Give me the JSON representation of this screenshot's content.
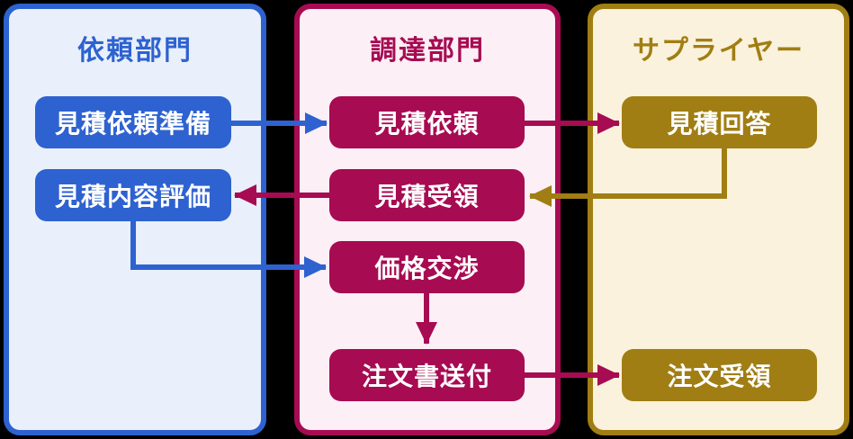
{
  "colors": {
    "page_background": "#000000",
    "box_text": "#FFFFFF",
    "request_accent": "#2E62D0",
    "request_fill": "#E9F0FB",
    "procurement_accent": "#A70B52",
    "procurement_fill": "#FCEFF5",
    "supplier_accent": "#A17E13",
    "supplier_fill": "#FAF2DD"
  },
  "lanes": [
    {
      "id": "request-department",
      "title": "依頼部門"
    },
    {
      "id": "procurement-department",
      "title": "調達部門"
    },
    {
      "id": "supplier",
      "title": "サプライヤー"
    }
  ],
  "boxes": [
    {
      "id": "prepare-rfq",
      "lane": "依頼部門",
      "label": "見積依頼準備"
    },
    {
      "id": "evaluate-quote",
      "lane": "依頼部門",
      "label": "見積内容評価"
    },
    {
      "id": "send-rfq",
      "lane": "調達部門",
      "label": "見積依頼"
    },
    {
      "id": "receive-quote",
      "lane": "調達部門",
      "label": "見積受領"
    },
    {
      "id": "negotiate-price",
      "lane": "調達部門",
      "label": "価格交渉"
    },
    {
      "id": "send-po",
      "lane": "調達部門",
      "label": "注文書送付"
    },
    {
      "id": "quote-response",
      "lane": "サプライヤー",
      "label": "見積回答"
    },
    {
      "id": "receive-order",
      "lane": "サプライヤー",
      "label": "注文受領"
    }
  ],
  "connectors": [
    {
      "from": "見積依頼準備",
      "to": "見積依頼",
      "color_key": "request_accent"
    },
    {
      "from": "見積依頼",
      "to": "見積回答",
      "color_key": "procurement_accent"
    },
    {
      "from": "見積回答",
      "to": "見積受領",
      "color_key": "supplier_accent"
    },
    {
      "from": "見積受領",
      "to": "見積内容評価",
      "color_key": "procurement_accent"
    },
    {
      "from": "見積内容評価",
      "to": "価格交渉",
      "color_key": "request_accent"
    },
    {
      "from": "価格交渉",
      "to": "注文書送付",
      "color_key": "procurement_accent"
    },
    {
      "from": "注文書送付",
      "to": "注文受領",
      "color_key": "procurement_accent"
    }
  ]
}
